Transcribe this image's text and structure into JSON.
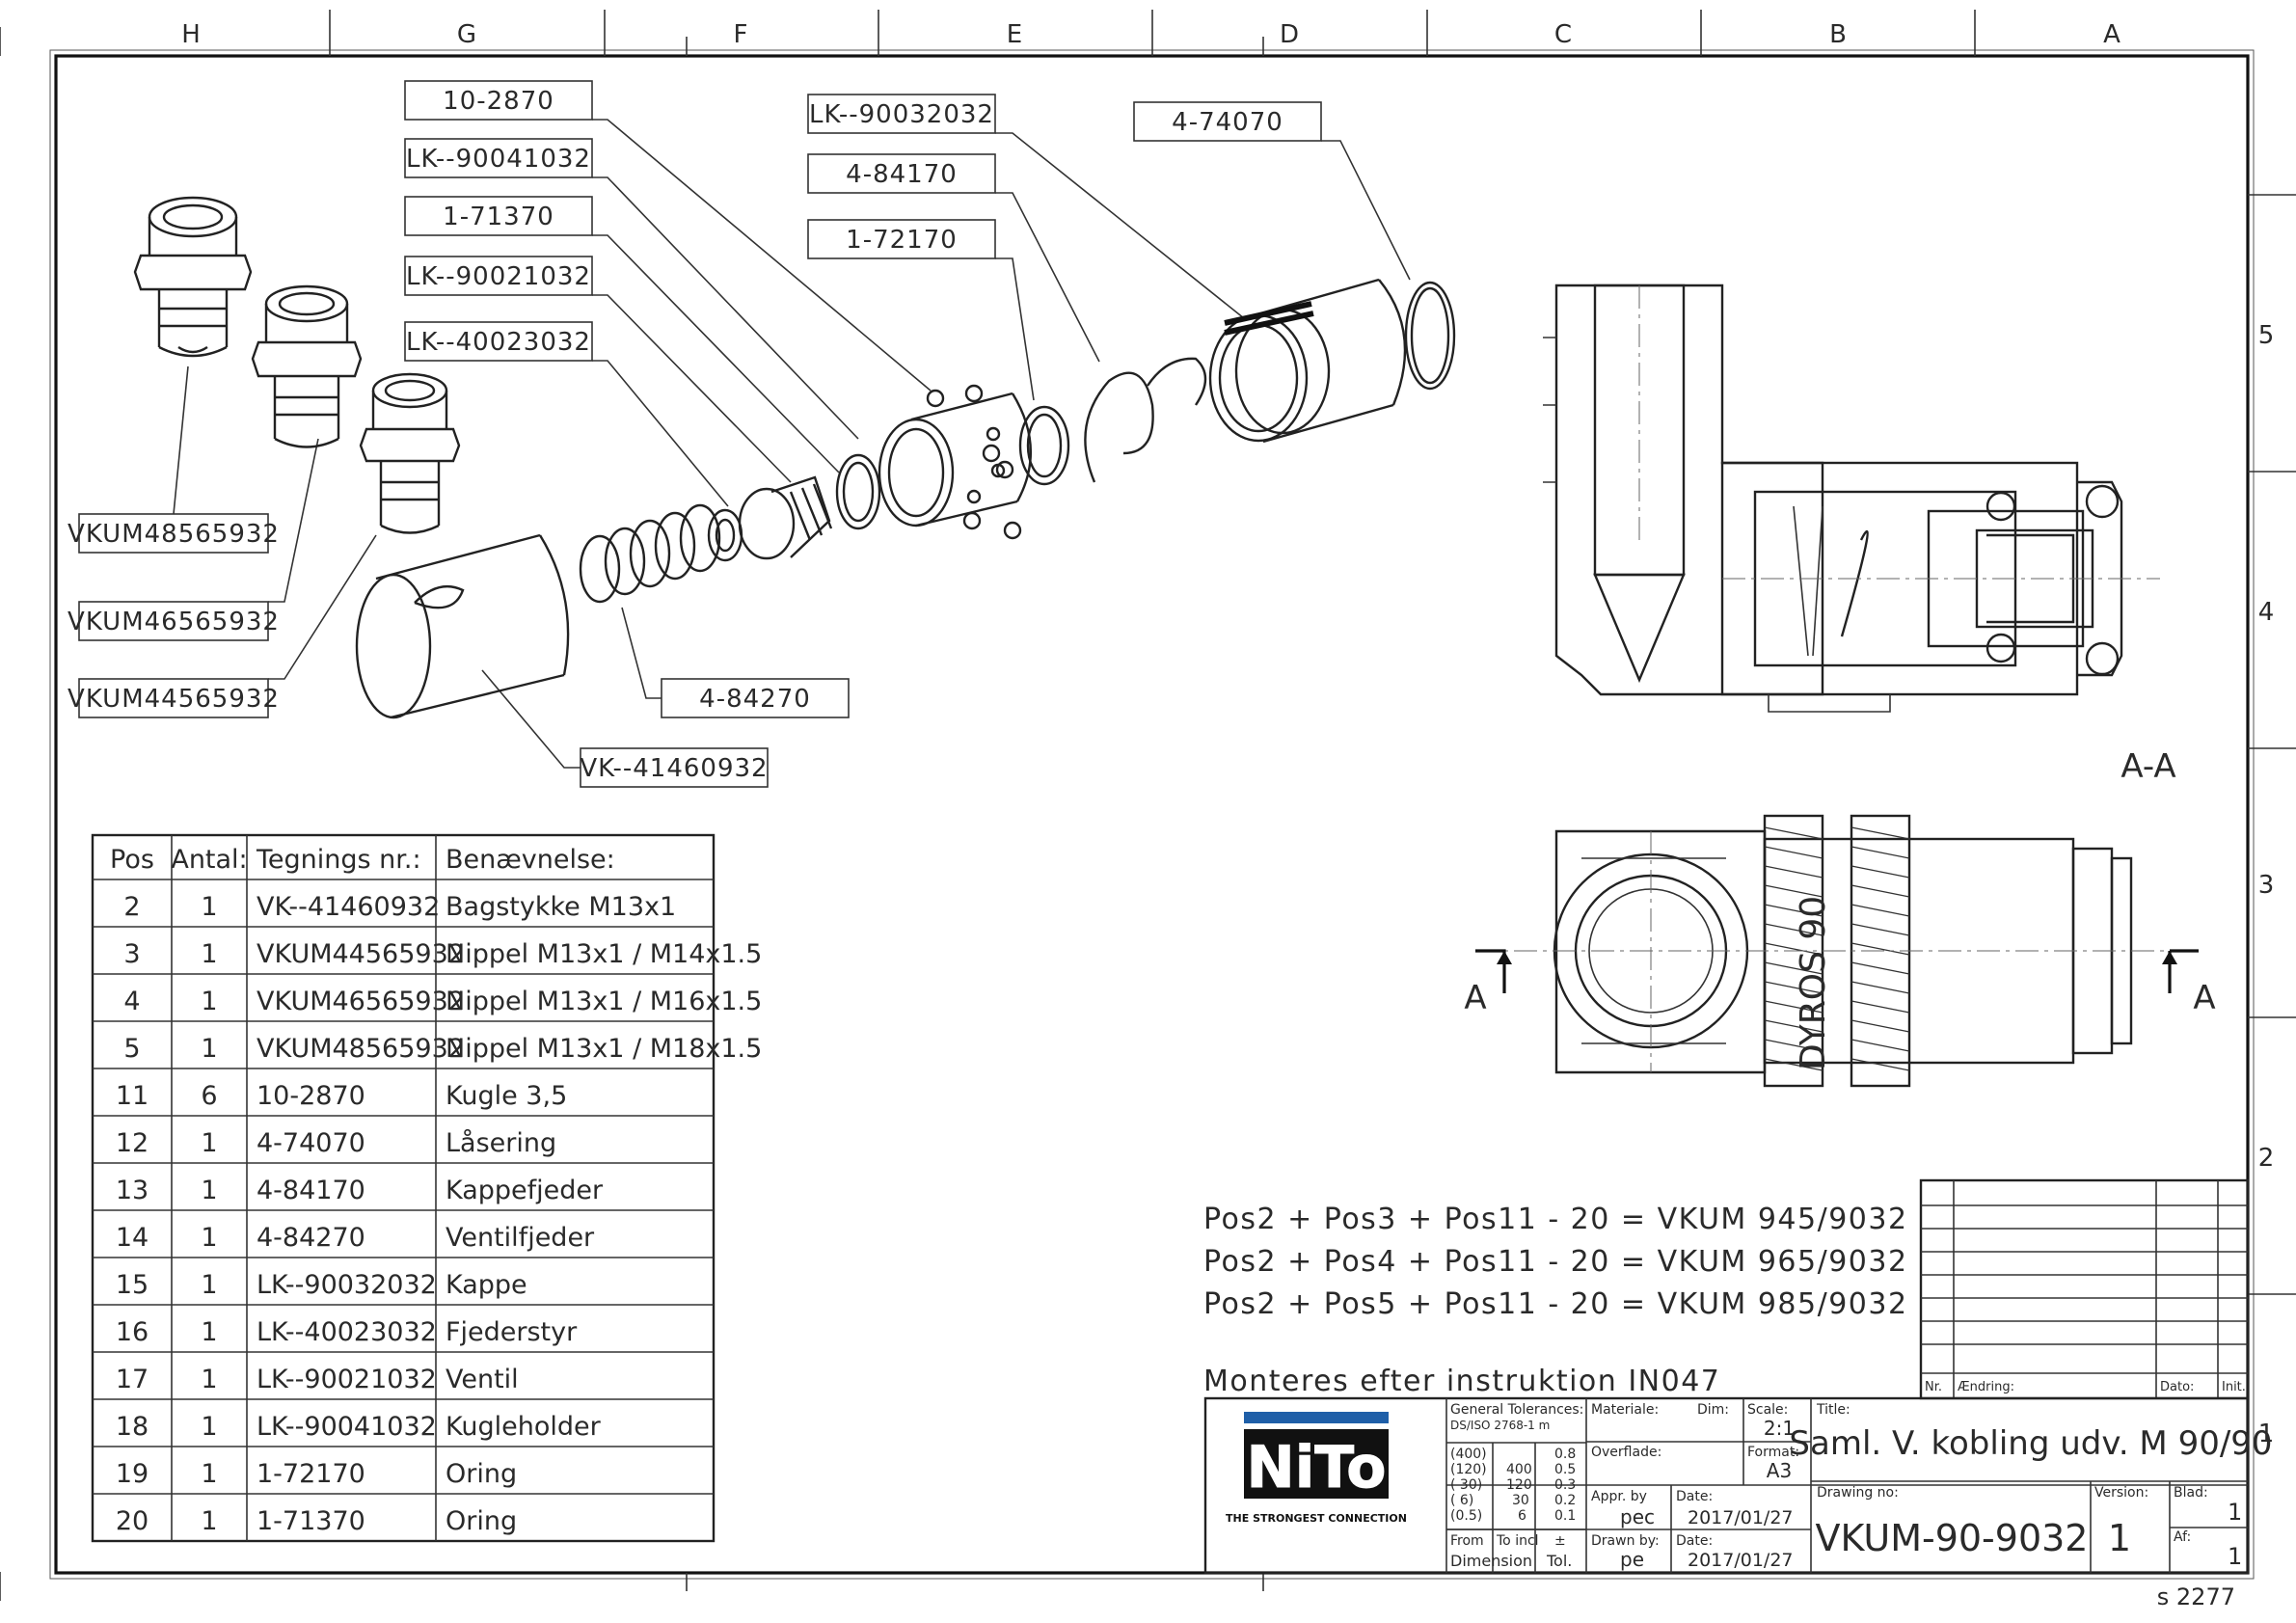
{
  "zone_letters": [
    "H",
    "G",
    "F",
    "E",
    "D",
    "C",
    "B",
    "A"
  ],
  "zone_numbers": [
    "5",
    "4",
    "3",
    "2",
    "1"
  ],
  "balloons": {
    "b1": "10-2870",
    "b2": "LK--90041032",
    "b3": "1-71370",
    "b4": "LK--90021032",
    "b5": "LK--40023032",
    "b6": "LK--90032032",
    "b7": "4-84170",
    "b8": "1-72170",
    "b9": "4-74070",
    "b10": "VKUM48565932",
    "b11": "VKUM46565932",
    "b12": "VKUM44565932",
    "b13": "4-84270",
    "b14": "VK--41460932"
  },
  "section_label": "A-A",
  "cut_mark": "A",
  "knurl_text": "DYROS 90",
  "bom": {
    "headers": [
      "Pos",
      "Antal:",
      "Tegnings nr.:",
      "Benævnelse:"
    ],
    "rows": [
      [
        "2",
        "1",
        "VK--41460932",
        "Bagstykke M13x1"
      ],
      [
        "3",
        "1",
        "VKUM44565932",
        "Nippel M13x1 / M14x1.5"
      ],
      [
        "4",
        "1",
        "VKUM46565932",
        "Nippel M13x1 / M16x1.5"
      ],
      [
        "5",
        "1",
        "VKUM48565932",
        "Nippel M13x1 / M18x1.5"
      ],
      [
        "11",
        "6",
        "10-2870",
        "Kugle 3,5"
      ],
      [
        "12",
        "1",
        "4-74070",
        "Låsering"
      ],
      [
        "13",
        "1",
        "4-84170",
        "Kappefjeder"
      ],
      [
        "14",
        "1",
        "4-84270",
        "Ventilfjeder"
      ],
      [
        "15",
        "1",
        "LK--90032032",
        "Kappe"
      ],
      [
        "16",
        "1",
        "LK--40023032",
        "Fjederstyr"
      ],
      [
        "17",
        "1",
        "LK--90021032",
        "Ventil"
      ],
      [
        "18",
        "1",
        "LK--90041032",
        "Kugleholder"
      ],
      [
        "19",
        "1",
        "1-72170",
        "Oring"
      ],
      [
        "20",
        "1",
        "1-71370",
        "Oring"
      ]
    ]
  },
  "notes": {
    "line1": "Pos2 + Pos3 + Pos11 - 20 = VKUM 945/9032",
    "line2": "Pos2 + Pos4 + Pos11 - 20 = VKUM 965/9032",
    "line3": "Pos2 + Pos5 + Pos11 - 20 = VKUM 985/9032",
    "mounting": "Monteres efter instruktion IN047"
  },
  "revision_block": {
    "nr": "Nr.",
    "change": "Ændring:",
    "date": "Dato:",
    "init": "Init."
  },
  "title_block": {
    "logo": "NiTo",
    "tagline": "THE STRONGEST CONNECTION",
    "tolerances_label": "General Tolerances:",
    "tolerances_std": "DS/ISO 2768-1 m",
    "tol_table": [
      [
        "(400)",
        "",
        "0.8"
      ],
      [
        "(120)",
        "400",
        "0.5"
      ],
      [
        "( 30)",
        "120",
        "0.3"
      ],
      [
        "(  6)",
        "30",
        "0.2"
      ],
      [
        "(0.5)",
        "6",
        "0.1"
      ]
    ],
    "from": "From",
    "to_incl": "To incl",
    "plusminus": "±",
    "dimension": "Dimension",
    "tol": "Tol.",
    "material_label": "Materiale:",
    "dim_label": "Dim:",
    "scale_label": "Scale:",
    "scale": "2:1",
    "surface_label": "Overflade:",
    "format_label": "Format:",
    "format": "A3",
    "appr_label": "Appr. by",
    "appr_by": "pec",
    "date_label": "Date:",
    "appr_date": "2017/01/27",
    "drawn_label": "Drawn by:",
    "drawn_by": "pe",
    "drawn_date": "2017/01/27",
    "title_label": "Title:",
    "title": "Saml. V. kobling udv. M 90/90",
    "drawing_no_label": "Drawing no:",
    "drawing_no": "VKUM-90-9032",
    "version_label": "Version:",
    "version": "1",
    "blad_label": "Blad:",
    "blad": "1",
    "af_label": "Af:",
    "af": "1"
  },
  "sheet_code": "s 2277"
}
